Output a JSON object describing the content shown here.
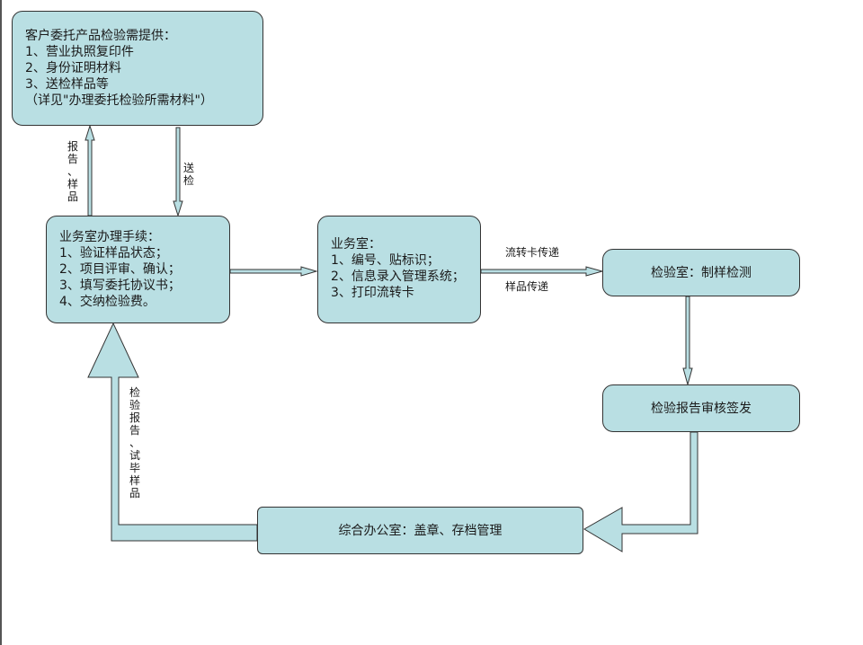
{
  "boxes": {
    "client": {
      "title": "客户委托产品检验需提供：",
      "lines": [
        "1、营业执照复印件",
        "2、身份证明材料",
        "3、送检样品等",
        "（详见\"办理委托检验所需材料\"）"
      ]
    },
    "business_procedure": {
      "title": "业务室办理手续：",
      "lines": [
        "1、验证样品状态；",
        "2、项目评审、确认；",
        "3、填写委托协议书；",
        "4、交纳检验费。"
      ]
    },
    "business_office": {
      "title": "业务室：",
      "lines": [
        "1、编号、贴标识；",
        "2、信息录入管理系统；",
        "3、打印流转卡"
      ]
    },
    "lab": {
      "title": "检验室：制样检测"
    },
    "report_review": {
      "title": "检验报告审核签发"
    },
    "general_office": {
      "title": "综合办公室：盖章、存档管理"
    }
  },
  "labels": {
    "report_sample_up": [
      "报",
      "告",
      "、",
      "样",
      "品"
    ],
    "send_test": [
      "送",
      "检"
    ],
    "transfer_card": "流转卡传递",
    "sample_transfer": "样品传递",
    "return_report": [
      "检",
      "验",
      "报",
      "告",
      "、",
      "试",
      "毕",
      "样",
      "品"
    ]
  },
  "colors": {
    "box_fill": "#b9dfe3",
    "border": "#333333",
    "arrow_fill": "#b9dfe3"
  }
}
